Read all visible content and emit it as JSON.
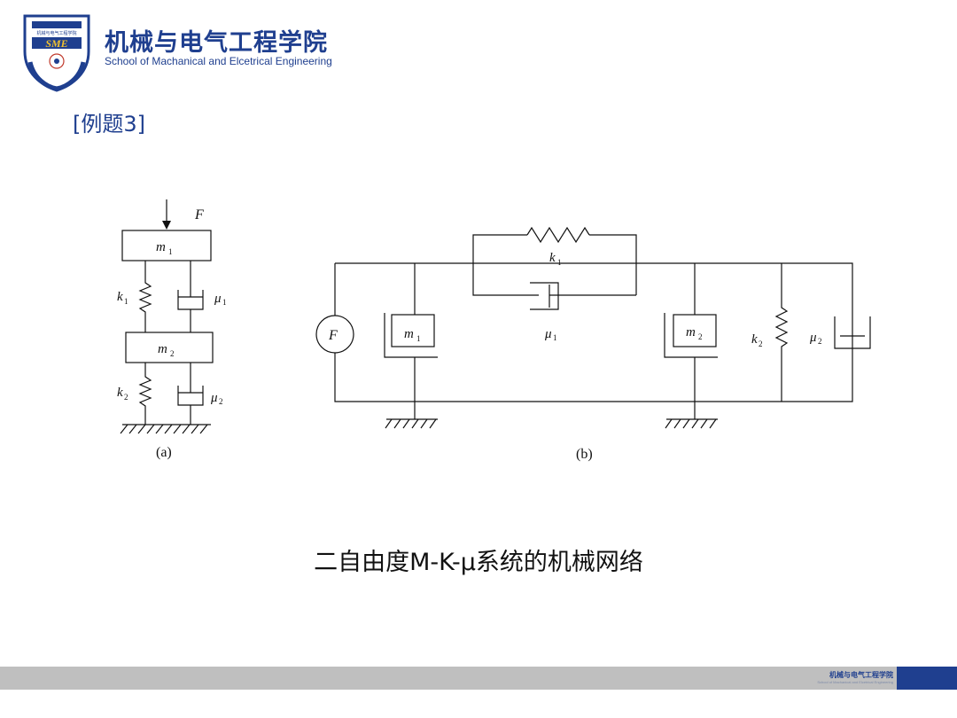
{
  "header": {
    "logo_text": "SME",
    "logo_small_text": "机械与电气工程学院",
    "title_cn": "机械与电气工程学院",
    "title_en": "School of Machanical and Elcetrical Engineering"
  },
  "slide": {
    "example_title": "[例题3]",
    "caption": "二自由度M-K-μ系统的机械网络"
  },
  "figure": {
    "a": {
      "force": "F",
      "mass1": "m",
      "mass1_sub": "1",
      "mass2": "m",
      "mass2_sub": "2",
      "spring1": "k",
      "spring1_sub": "1",
      "spring2": "k",
      "spring2_sub": "2",
      "damper1": "μ",
      "damper1_sub": "1",
      "damper2": "μ",
      "damper2_sub": "2",
      "label": "(a)"
    },
    "b": {
      "source": "F",
      "mass1": "m",
      "mass1_sub": "1",
      "mass2": "m",
      "mass2_sub": "2",
      "spring1": "k",
      "spring1_sub": "1",
      "spring2": "k",
      "spring2_sub": "2",
      "damper1": "μ",
      "damper1_sub": "1",
      "damper2": "μ",
      "damper2_sub": "2",
      "label": "(b)"
    }
  },
  "footer": {
    "org": "机械与电气工程学院",
    "org_en": "School of Machanical and Elcetrical Engineering"
  },
  "colors": {
    "brand": "#1f3f8f",
    "footer_bar": "#bfbfbf"
  }
}
